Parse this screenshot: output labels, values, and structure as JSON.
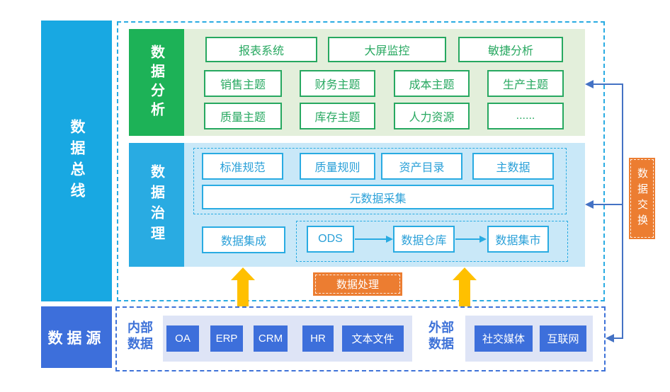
{
  "colors": {
    "cyan_bar": "#18a8e2",
    "cyan_accent": "#29abe2",
    "light_blue_bg": "#c9e8f8",
    "green_label": "#1db257",
    "green_box": "#27a860",
    "light_green_bg": "#e3efdb",
    "orange": "#ec7d31",
    "royal_blue": "#3d6fdb",
    "royal_blue_border": "#3e72d8",
    "lavender_bg": "#dee4f6",
    "connector_blue": "#4472c4",
    "arrow_yellow": "#ffc000"
  },
  "bus": {
    "label": "数据总线"
  },
  "data_source_bar": {
    "label": "数据源"
  },
  "analysis": {
    "label": "数据分析",
    "row1": [
      "报表系统",
      "大屏监控",
      "敏捷分析"
    ],
    "row2": [
      "销售主题",
      "财务主题",
      "成本主题",
      "生产主题"
    ],
    "row3": [
      "质量主题",
      "库存主题",
      "人力资源",
      "......"
    ]
  },
  "governance": {
    "label": "数据治理",
    "standards": [
      "标准规范",
      "质量规则",
      "资产目录",
      "主数据"
    ],
    "metadata_collection": "元数据采集",
    "data_integration": "数据集成",
    "pipeline": [
      "ODS",
      "数据仓库",
      "数据集市"
    ]
  },
  "data_processing": {
    "label": "数据处理"
  },
  "data_exchange": {
    "label": "数据交换"
  },
  "sources": {
    "internal": {
      "label": "内部数据",
      "items": [
        "OA",
        "ERP",
        "CRM",
        "HR",
        "文本文件"
      ]
    },
    "external": {
      "label": "外部数据",
      "items": [
        "社交媒体",
        "互联网"
      ]
    }
  }
}
